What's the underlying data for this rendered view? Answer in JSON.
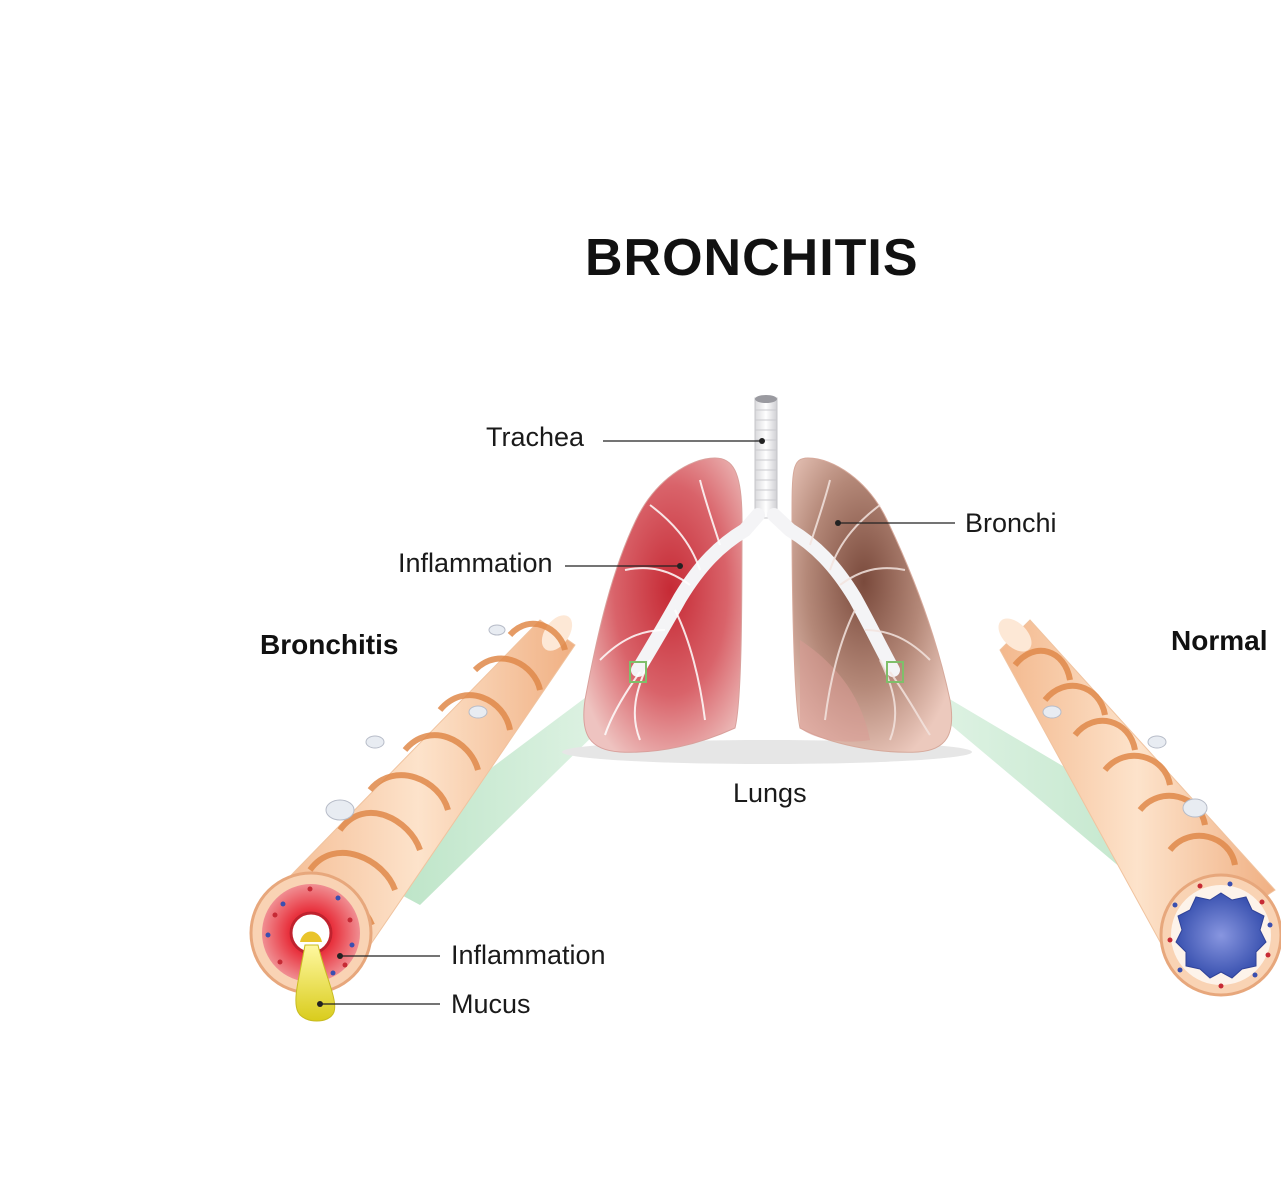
{
  "title": "BRONCHITIS",
  "labels": {
    "trachea": "Trachea",
    "bronchi": "Bronchi",
    "inflammation_lung": "Inflammation",
    "lungs": "Lungs",
    "bronchitis": "Bronchitis",
    "normal": "Normal",
    "inflammation_tube": "Inflammation",
    "mucus": "Mucus"
  },
  "colors": {
    "inflamed_lung": "#c8323c",
    "normal_lung": "#8a5a4a",
    "tube": "#f6c7a0",
    "muscle_band": "#e0894a",
    "normal_lumen": "#4a62b8",
    "mucus": "#e9e23a",
    "zoom_band": "#bfe5c8"
  }
}
